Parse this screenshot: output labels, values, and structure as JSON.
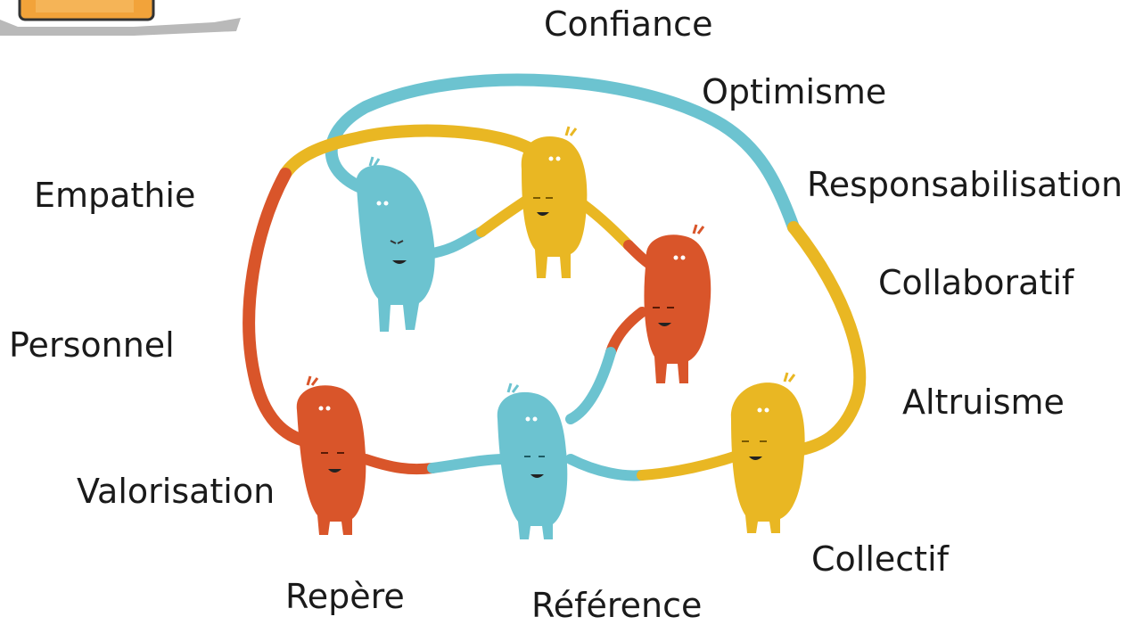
{
  "words": {
    "confiance": "Confiance",
    "optimisme": "Optimisme",
    "responsabilisation": "Responsabilisation",
    "collaboratif": "Collaboratif",
    "altruisme": "Altruisme",
    "collectif": "Collectif",
    "reference": "Référence",
    "repere": "Repère",
    "valorisation": "Valorisation",
    "personnel": "Personnel",
    "empathie": "Empathie"
  },
  "colors": {
    "blue": "#6cc3d0",
    "yellow": "#e9b723",
    "red": "#d9552a",
    "orange_sign": "#f2a33a"
  },
  "illustration": {
    "figures": [
      "blue-figure-top",
      "yellow-figure-top",
      "red-figure-middle",
      "red-figure-bottom",
      "blue-figure-bottom",
      "yellow-figure-bottom"
    ]
  }
}
